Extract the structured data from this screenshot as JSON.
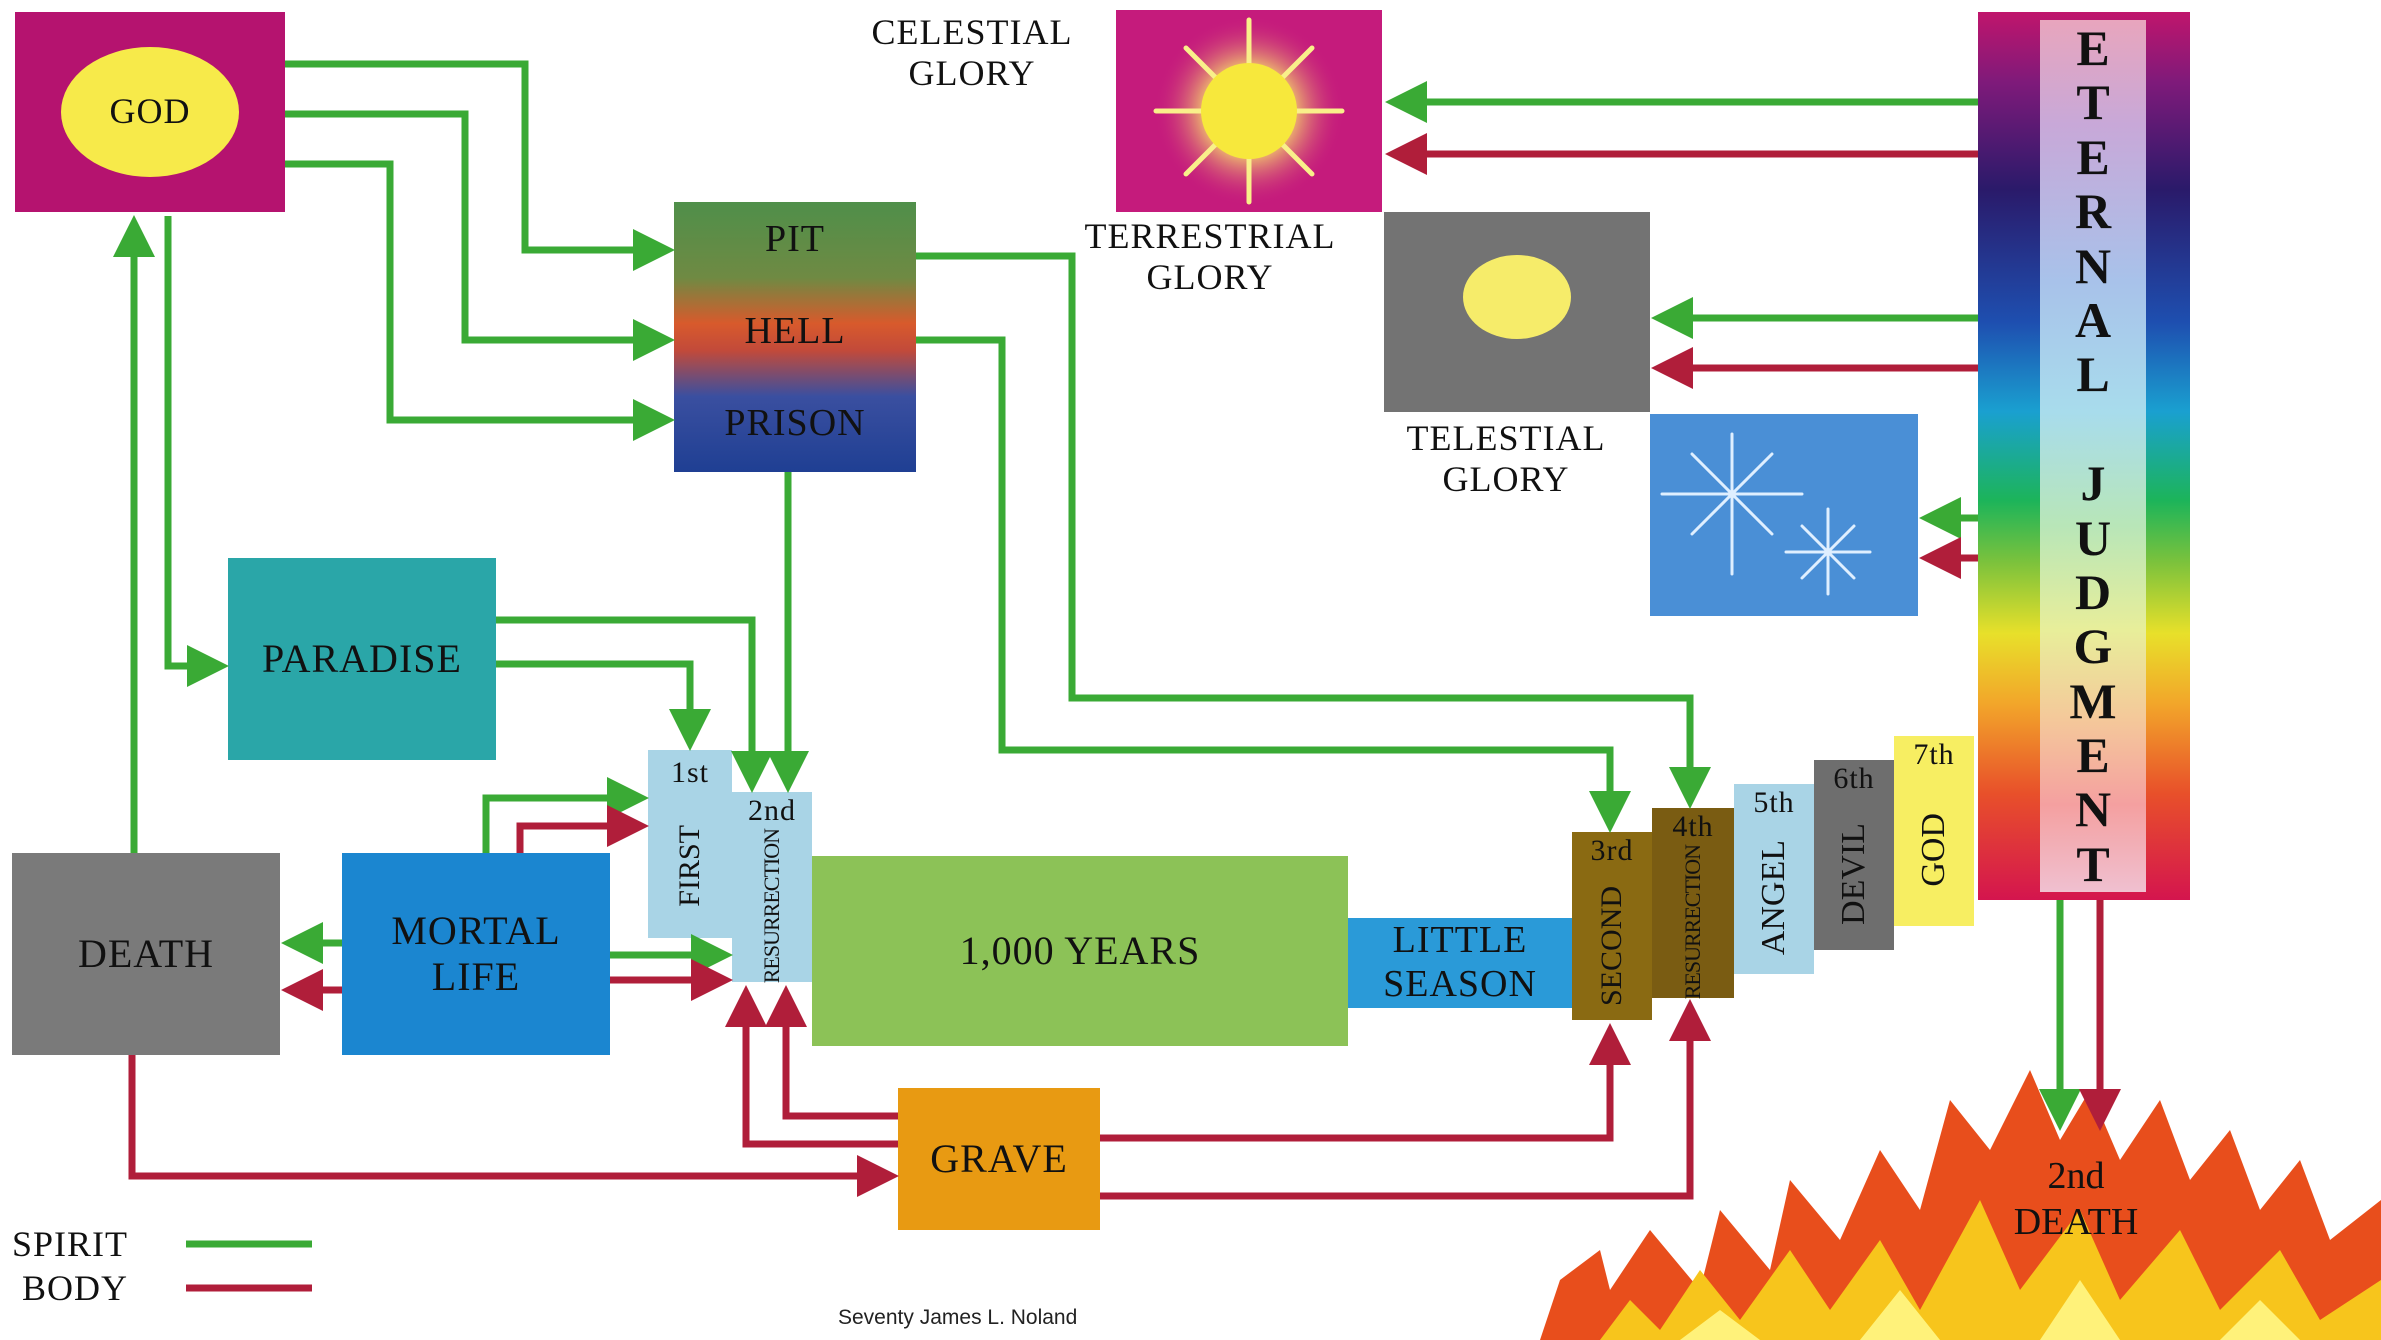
{
  "nodes": {
    "god": "GOD",
    "pit": "PIT",
    "hell": "HELL",
    "prison": "PRISON",
    "paradise": "PARADISE",
    "death": "DEATH",
    "mortal_life": "MORTAL\nLIFE",
    "first_res_num": "1st",
    "first_res_word": "FIRST",
    "second_res_num": "2nd",
    "resurrection_1": "RESURRECTION",
    "thousand_years": "1,000 YEARS",
    "little_season": "LITTLE\nSEASON",
    "third_num": "3rd",
    "second_word": "SECOND",
    "fourth_num": "4th",
    "resurrection_2": "RESURRECTION",
    "fifth_num": "5th",
    "angel": "ANGEL",
    "sixth_num": "6th",
    "devil": "DEVIL",
    "seventh_num": "7th",
    "god_judged": "GOD",
    "grave": "GRAVE",
    "celestial": "CELESTIAL\nGLORY",
    "terrestrial": "TERRESTRIAL\nGLORY",
    "telestial": "TELESTIAL\nGLORY",
    "second_death": "2nd\nDEATH",
    "eternal_judgment": [
      "E",
      "T",
      "E",
      "R",
      "N",
      "A",
      "L",
      "",
      "J",
      "U",
      "D",
      "G",
      "M",
      "E",
      "N",
      "T"
    ]
  },
  "legend": {
    "spirit": "SPIRIT",
    "body": "BODY",
    "spirit_color": "#3aaa35",
    "body_color": "#b01e3a"
  },
  "credit": "Seventy James L. Noland"
}
